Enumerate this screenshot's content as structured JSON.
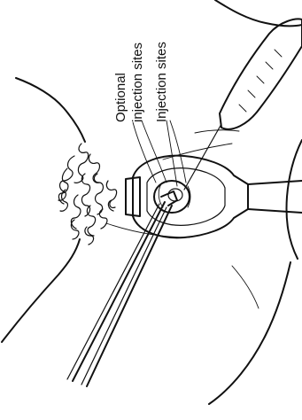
{
  "figure": {
    "labels": {
      "optional_line1": "Optional",
      "optional_line2": "injection sites",
      "injection_sites": "Injection sites"
    }
  }
}
